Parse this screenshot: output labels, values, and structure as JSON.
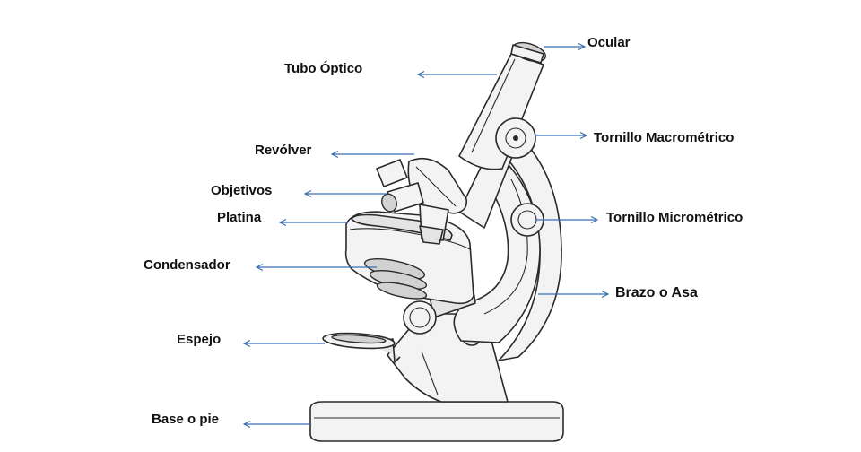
{
  "labels": {
    "ocular": "Ocular",
    "tubo_optico": "Tubo Óptico",
    "revolver": "Revólver",
    "objetivos": "Objetivos",
    "platina": "Platina",
    "condensador": "Condensador",
    "espejo": "Espejo",
    "base": "Base  o pie",
    "tornillo_macro": "Tornillo Macrométrico",
    "tornillo_micro": "Tornillo Micrométrico",
    "brazo": "Brazo  o Asa"
  },
  "colors": {
    "arrow": "#3b6fb0",
    "outline": "#2a2a2a",
    "text": "#111111"
  }
}
